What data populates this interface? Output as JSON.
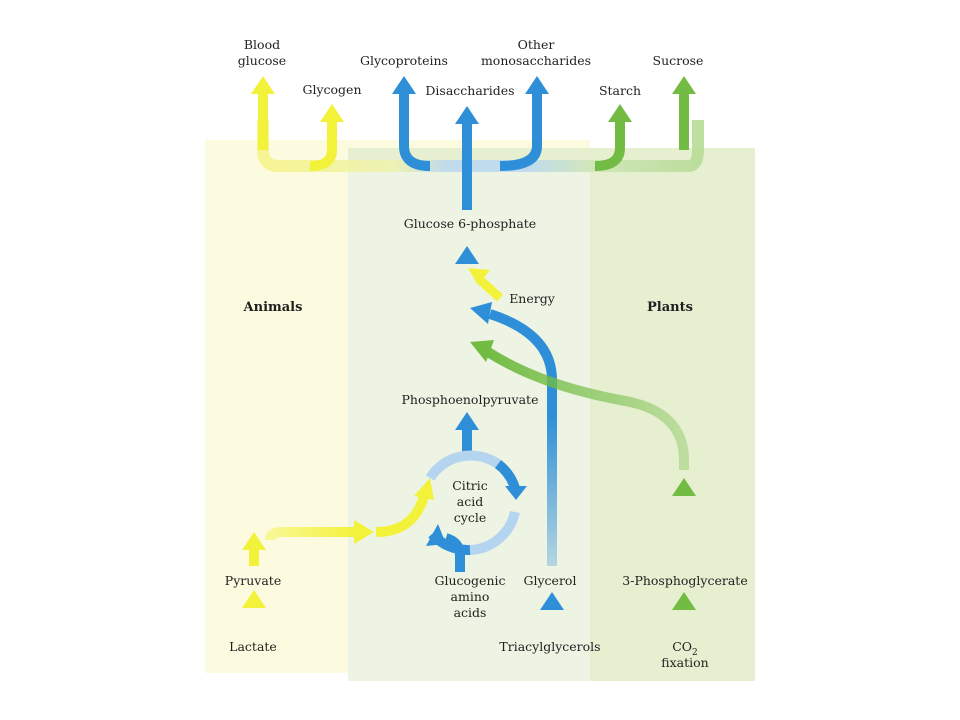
{
  "colors": {
    "animals_panel": "#fdfbdf",
    "middle_panel": "#eef4e3",
    "plants_panel": "#e6efd0",
    "animal_path": "#f3f23a",
    "shared_path": "#2e8fd8",
    "plant_path": "#72bc44",
    "energy": "#f3f23a"
  },
  "panels": {
    "animals": "Animals",
    "plants": "Plants"
  },
  "products": {
    "blood_glucose": [
      "Blood",
      "glucose"
    ],
    "glycogen": "Glycogen",
    "glycoproteins": "Glycoproteins",
    "disaccharides": "Disaccharides",
    "other_monosaccharides": [
      "Other",
      "monosaccharides"
    ],
    "starch": "Starch",
    "sucrose": "Sucrose"
  },
  "intermediates": {
    "glucose_6_phosphate": "Glucose 6-phosphate",
    "energy": "Energy",
    "phosphoenolpyruvate": "Phosphoenolpyruvate",
    "citric_acid_cycle": [
      "Citric",
      "acid",
      "cycle"
    ]
  },
  "precursors": {
    "pyruvate": "Pyruvate",
    "lactate": "Lactate",
    "glucogenic_amino_acids": [
      "Glucogenic",
      "amino",
      "acids"
    ],
    "glycerol": "Glycerol",
    "triacylglycerols": "Triacylglycerols",
    "three_phosphoglycerate": "3-Phosphoglycerate",
    "co2_fixation": {
      "co": "CO",
      "sub": "2",
      "line2": "fixation"
    }
  }
}
